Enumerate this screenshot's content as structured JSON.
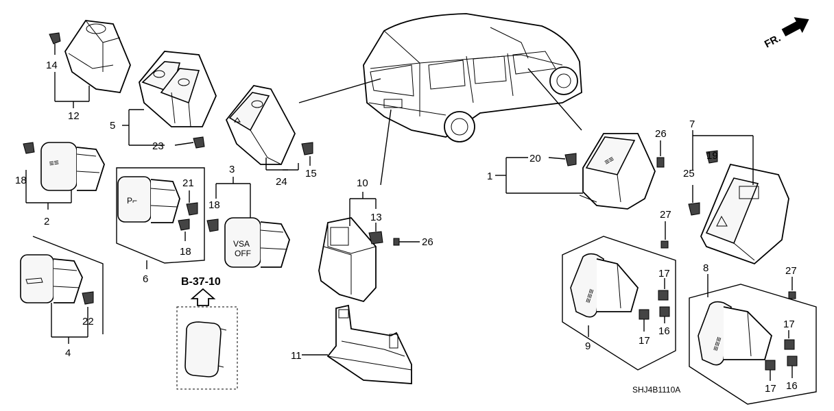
{
  "diagram": {
    "callouts": [
      "1",
      "2",
      "3",
      "4",
      "5",
      "6",
      "7",
      "8",
      "9",
      "10",
      "11",
      "12",
      "13",
      "14",
      "15",
      "16",
      "17",
      "18",
      "19",
      "20",
      "21",
      "22",
      "23",
      "24",
      "25",
      "26",
      "27"
    ],
    "reference_label": "B-37-10",
    "diagram_code": "SHJ4B1110A",
    "direction_label": "FR."
  },
  "icons": {
    "front_arrow": "front-direction-arrow-icon",
    "up_arrow": "reference-arrow-icon"
  }
}
